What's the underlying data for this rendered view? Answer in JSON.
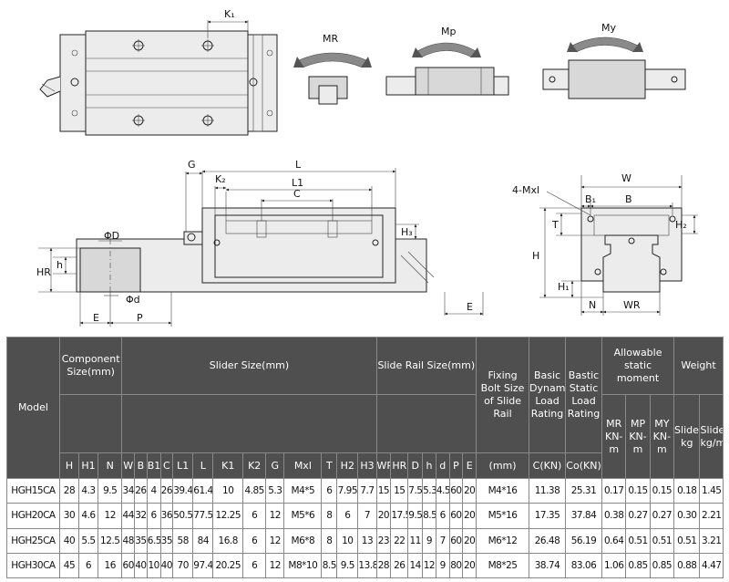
{
  "drawing_labels": {
    "k1": "K₁",
    "mr": "MR",
    "mp": "Mp",
    "my": "My",
    "g": "G",
    "l": "L",
    "k2": "K₂",
    "l1": "L1",
    "c": "C",
    "h3": "H₃",
    "phi_d_big": "ΦD",
    "h_small": "h",
    "hr": "HR",
    "phi_d_small": "Φd",
    "e_left": "E",
    "p": "P",
    "e_right": "E",
    "w": "W",
    "mxl": "4-Mxl",
    "b1": "B₁",
    "b": "B",
    "t": "T",
    "h2": "H₂",
    "h_big": "H",
    "h1": "H₁",
    "n": "N",
    "wr": "WR"
  },
  "table": {
    "group_headers": {
      "model": "Model",
      "component": "Component Size(mm)",
      "slider": "Slider Size(mm)",
      "rail": "Slide Rail Size(mm)",
      "bolt": "Fixing Bolt Size of Slide Rail",
      "dynamic": "Basic Dynamic Load Rating",
      "static": "Bastic Static Load Rating",
      "moment": "Allowable static moment",
      "weight": "Weight"
    },
    "sub_headers": {
      "mr": "MR KN-m",
      "mp": "MP KN-m",
      "my": "MY KN-m",
      "slider_w": "Slider kg",
      "slide_w": "Slide kg/m"
    },
    "unit_headers": [
      "H",
      "H1",
      "N",
      "W",
      "B",
      "B1",
      "C",
      "L1",
      "L",
      "K1",
      "K2",
      "G",
      "Mxl",
      "T",
      "H2",
      "H3",
      "WR",
      "HR",
      "D",
      "h",
      "d",
      "P",
      "E",
      "(mm)",
      "C(KN)",
      "Co(KN)"
    ],
    "rows": [
      [
        "HGH15CA",
        "28",
        "4.3",
        "9.5",
        "34",
        "26",
        "4",
        "26",
        "39.4",
        "61.4",
        "10",
        "4.85",
        "5.3",
        "M4*5",
        "6",
        "7.95",
        "7.7",
        "15",
        "15",
        "7.5",
        "5.3",
        "4.5",
        "60",
        "20",
        "M4*16",
        "11.38",
        "25.31",
        "0.17",
        "0.15",
        "0.15",
        "0.18",
        "1.45"
      ],
      [
        "HGH20CA",
        "30",
        "4.6",
        "12",
        "44",
        "32",
        "6",
        "36",
        "50.5",
        "77.5",
        "12.25",
        "6",
        "12",
        "M5*6",
        "8",
        "6",
        "7",
        "20",
        "17.5",
        "9.5",
        "8.5",
        "6",
        "60",
        "20",
        "M5*16",
        "17.35",
        "37.84",
        "0.38",
        "0.27",
        "0.27",
        "0.30",
        "2.21"
      ],
      [
        "HGH25CA",
        "40",
        "5.5",
        "12.5",
        "48",
        "35",
        "6.5",
        "35",
        "58",
        "84",
        "16.8",
        "6",
        "12",
        "M6*8",
        "8",
        "10",
        "13",
        "23",
        "22",
        "11",
        "9",
        "7",
        "60",
        "20",
        "M6*12",
        "26.48",
        "56.19",
        "0.64",
        "0.51",
        "0.51",
        "0.51",
        "3.21"
      ],
      [
        "HGH30CA",
        "45",
        "6",
        "16",
        "60",
        "40",
        "10",
        "40",
        "70",
        "97.4",
        "20.25",
        "6",
        "12",
        "M8*10",
        "8.5",
        "9.5",
        "13.8",
        "28",
        "26",
        "14",
        "12",
        "9",
        "80",
        "20",
        "M8*25",
        "38.74",
        "83.06",
        "1.06",
        "0.85",
        "0.85",
        "0.88",
        "4.47"
      ]
    ]
  }
}
